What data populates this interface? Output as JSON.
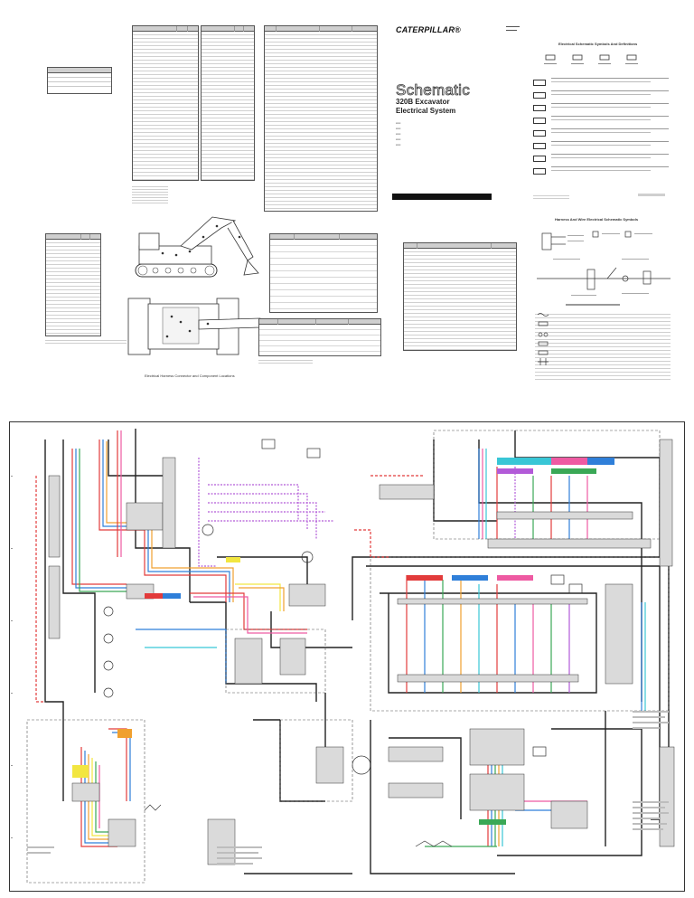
{
  "header": {
    "brand": "CATERPILLAR®",
    "title": "Schematic",
    "subtitle_line1": "320B Excavator",
    "subtitle_line2": "Electrical System"
  },
  "sections": {
    "symbols_title": "Electrical Schematic Symbols And Definitions",
    "harness_title": "Harness And Wire Electrical Schematic Symbols",
    "location_caption": "Electrical Harness Connector and Component Locations"
  },
  "colors": {
    "wire_red": "#e23b3b",
    "wire_blue": "#2f7fd9",
    "wire_purple": "#b25ad8",
    "wire_orange": "#f0a030",
    "wire_yellow": "#f2e640",
    "wire_green": "#3aa856",
    "wire_cyan": "#38c6d6",
    "wire_pink": "#ee5aa2",
    "wire_black": "#222222"
  }
}
